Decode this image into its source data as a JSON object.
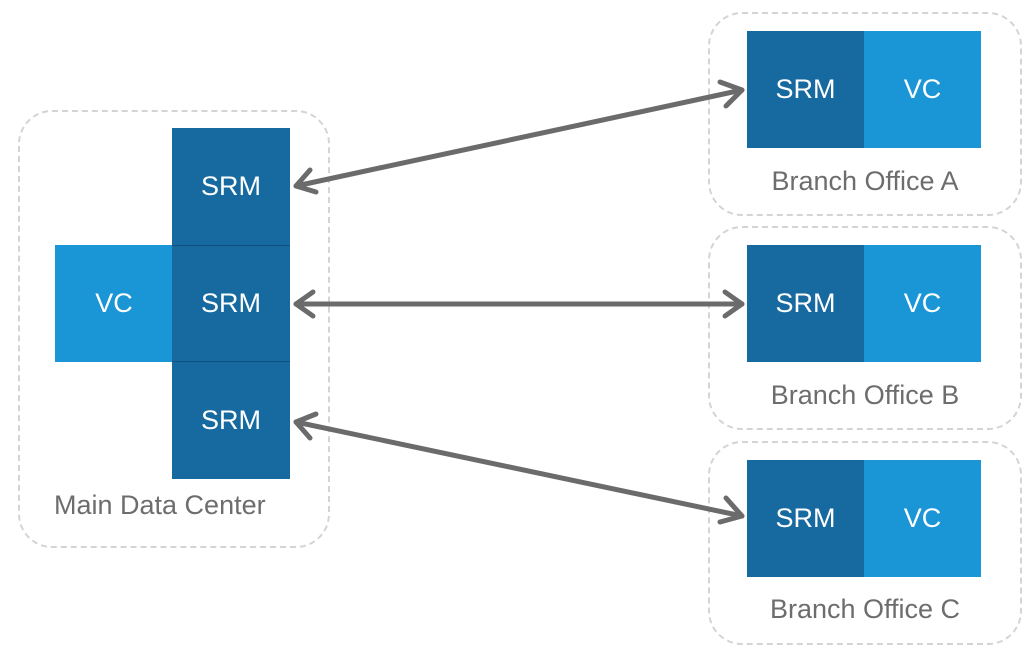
{
  "main_data_center": {
    "caption": "Main Data Center",
    "vc_label": "VC",
    "srm_labels": [
      "SRM",
      "SRM",
      "SRM"
    ]
  },
  "branches": [
    {
      "caption": "Branch Office A",
      "srm_label": "SRM",
      "vc_label": "VC"
    },
    {
      "caption": "Branch Office B",
      "srm_label": "SRM",
      "vc_label": "VC"
    },
    {
      "caption": "Branch Office C",
      "srm_label": "SRM",
      "vc_label": "VC"
    }
  ],
  "colors": {
    "srm": "#176aa0",
    "vc": "#1a95d6",
    "arrow": "#6b6b6b",
    "group_border": "#d4d4d4",
    "caption_text": "#6d6d6d"
  }
}
